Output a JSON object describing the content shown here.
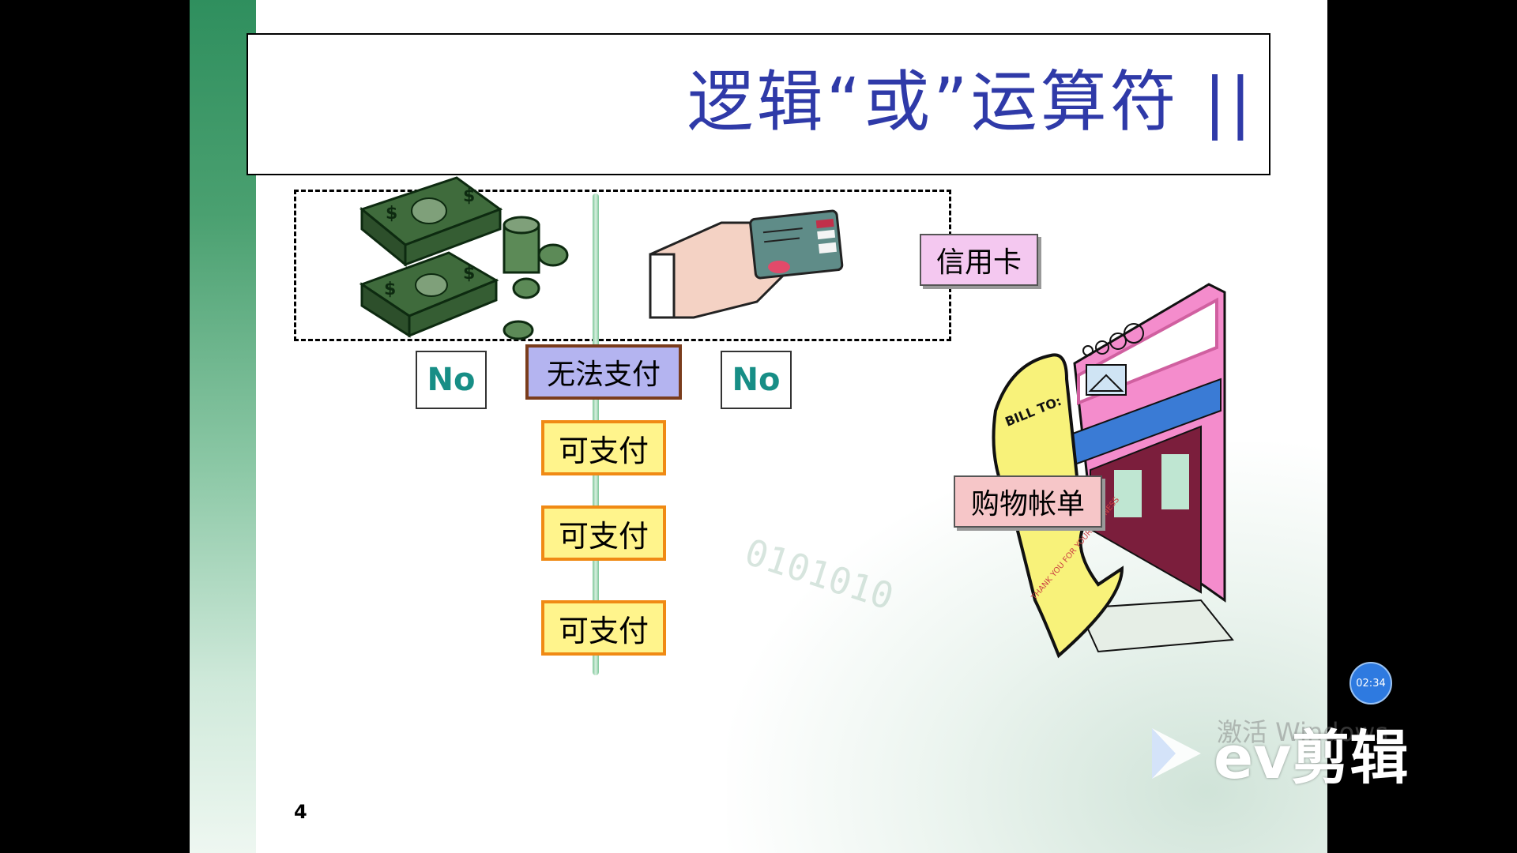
{
  "slide": {
    "title": "逻辑“或”运算符 ||",
    "page_number": "4",
    "labels": {
      "no_left": "No",
      "no_right": "No",
      "unable_to_pay": "无法支付",
      "payable_1": "可支付",
      "payable_2": "可支付",
      "payable_3": "可支付",
      "credit_card": "信用卡",
      "shopping_bill": "购物帐单",
      "bill_to": "BILL TO:",
      "thank_you": "THANK YOU FOR YOUR BUSINESS"
    },
    "background_digits": "0101010"
  },
  "overlay": {
    "timer": "02:34",
    "watermark": "ev剪辑",
    "activate_windows": "激活 Windows"
  },
  "colors": {
    "title": "#2f3aa8",
    "no_text": "#178e86",
    "unable_fill": "#b4b4f0",
    "payable_fill": "#fff48c",
    "payable_border": "#f08a14",
    "credit_fill": "#f4c8f0",
    "bill_fill": "#f6c6c8"
  }
}
